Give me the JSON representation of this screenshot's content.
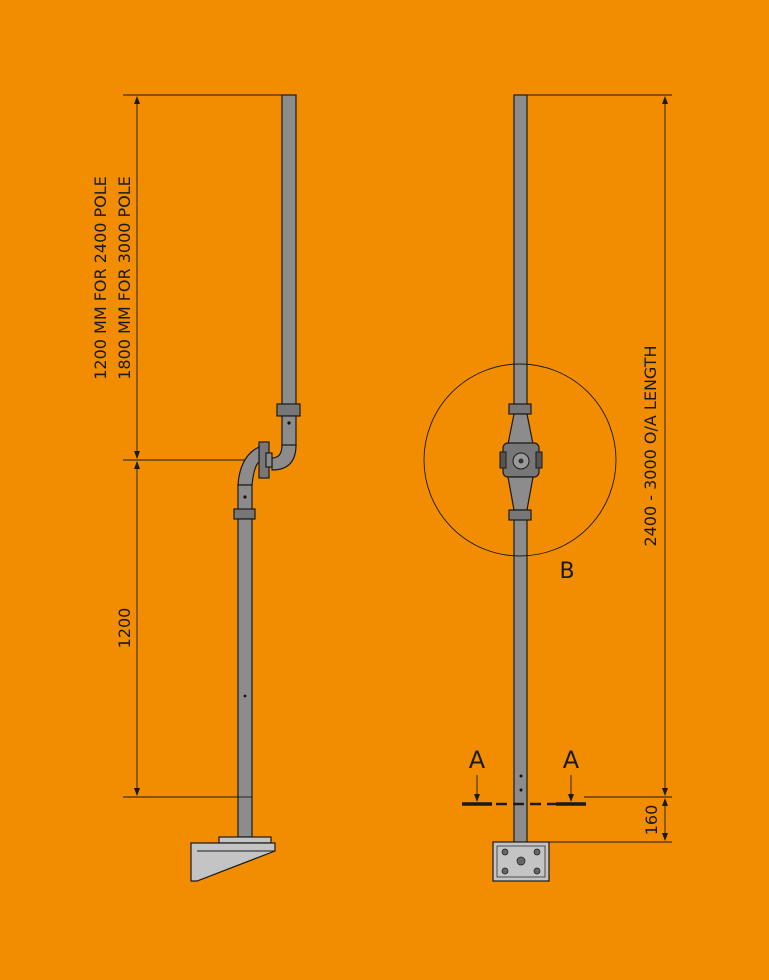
{
  "side_view": {
    "dim_upper_line1": "1200 MM FOR 2400 POLE",
    "dim_upper_line2": "1800 MM FOR 3000 POLE",
    "dim_lower": "1200"
  },
  "front_view": {
    "dim_overall": "2400 - 3000  O/A LENGTH",
    "dim_base": "160",
    "detail_label": "B",
    "section_label_left": "A",
    "section_label_right": "A"
  }
}
